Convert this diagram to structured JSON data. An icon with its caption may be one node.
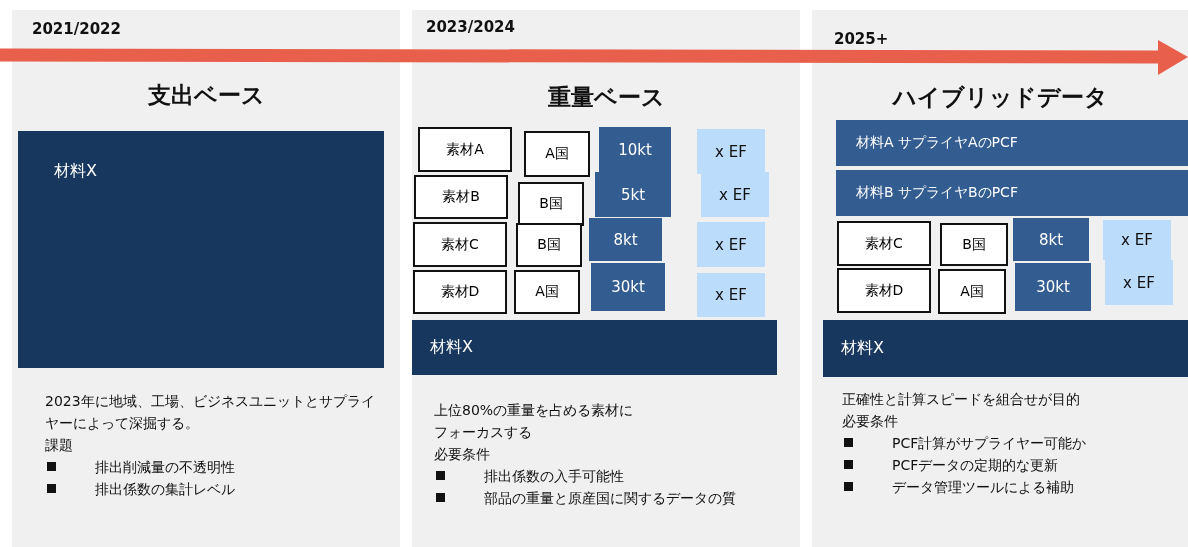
{
  "diagram": {
    "nodes": [
      {
        "text": [
          "2021/2022",
          "支出ベース",
          "2023年に地域、工場、ビジネスユニットとサプライヤーによって深掘する。",
          "課題",
          "排出削減量の不透明性",
          "排出係数の集計レベル"
        ]
      },
      {
        "text": [
          "材料X"
        ],
        "in": 0
      },
      {
        "text": [
          "2023/2024",
          "重量ベース",
          "上位80%の重量を占める素材に",
          "フォーカスする",
          "必要条件",
          "排出係数の入手可能性",
          "部品の重量と原産国に関するデータの質"
        ]
      },
      {
        "text": [
          "素材A"
        ],
        "in": 2
      },
      {
        "text": [
          "素材B"
        ],
        "in": 2
      },
      {
        "text": [
          "素材C"
        ],
        "in": 2
      },
      {
        "text": [
          "素材D"
        ],
        "in": 2
      },
      {
        "text": [
          "A国"
        ],
        "in": 2
      },
      {
        "text": [
          "B国"
        ],
        "in": 2
      },
      {
        "text": [
          "B国"
        ],
        "in": 2
      },
      {
        "text": [
          "A国"
        ],
        "in": 2
      },
      {
        "text": [
          "10kt"
        ],
        "in": 2
      },
      {
        "text": [
          "5kt"
        ],
        "in": 2
      },
      {
        "text": [
          "8kt"
        ],
        "in": 2
      },
      {
        "text": [
          "30kt"
        ],
        "in": 2
      },
      {
        "text": [
          "x EF"
        ],
        "in": 2
      },
      {
        "text": [
          "x EF"
        ],
        "in": 2
      },
      {
        "text": [
          "x EF"
        ],
        "in": 2
      },
      {
        "text": [
          "x EF"
        ],
        "in": 2
      },
      {
        "text": [
          "材料X"
        ],
        "in": 2
      },
      {
        "text": [
          "2025+",
          "ハイブリッドデータ",
          "正確性と計算スピードを組合せが目的",
          "必要条件",
          "PCF計算がサプライヤー可能か",
          "PCFデータの定期的な更新",
          "データ管理ツールによる補助"
        ]
      },
      {
        "text": [
          "材料A サプライヤAのPCF"
        ],
        "in": 20
      },
      {
        "text": [
          "材料B サプライヤBのPCF"
        ],
        "in": 20
      },
      {
        "text": [
          "素材C"
        ],
        "in": 20
      },
      {
        "text": [
          "素材D"
        ],
        "in": 20
      },
      {
        "text": [
          "B国"
        ],
        "in": 20
      },
      {
        "text": [
          "A国"
        ],
        "in": 20
      },
      {
        "text": [
          "8kt"
        ],
        "in": 20
      },
      {
        "text": [
          "30kt"
        ],
        "in": 20
      },
      {
        "text": [
          "x EF"
        ],
        "in": 20
      },
      {
        "text": [
          "x EF"
        ],
        "in": 20
      },
      {
        "text": [
          "材料X"
        ],
        "in": 20
      }
    ],
    "edges": []
  }
}
